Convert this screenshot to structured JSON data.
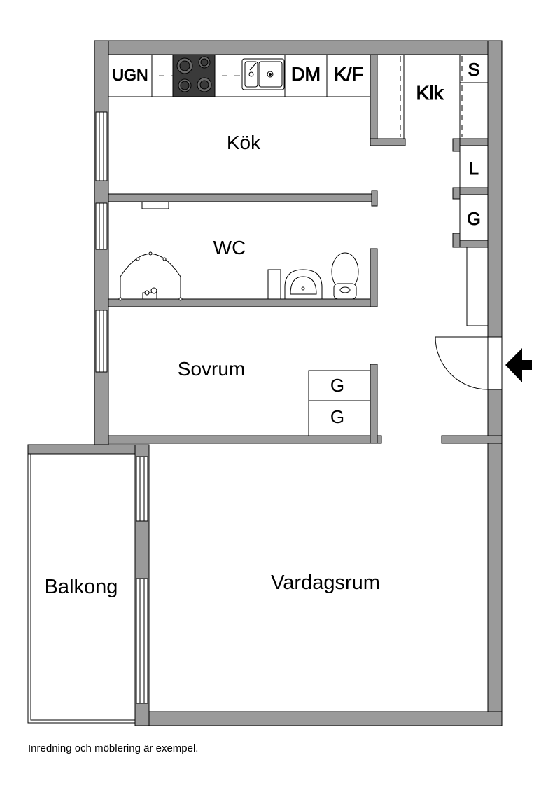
{
  "rooms": {
    "kitchen": "Kök",
    "closet": "Klk",
    "wc": "WC",
    "bedroom": "Sovrum",
    "living_room": "Vardagsrum",
    "balcony": "Balkong"
  },
  "fixtures": {
    "oven": "UGN",
    "dishwasher": "DM",
    "fridge_freezer": "K/F",
    "storage_s": "S",
    "storage_l": "L",
    "storage_g_hall": "G",
    "wardrobe_g_1": "G",
    "wardrobe_g_2": "G"
  },
  "footnote": "Inredning och möblering är exempel.",
  "colors": {
    "wall": "#9a9a9a",
    "outline": "#000000",
    "cooktop": "#3a3a3a",
    "background": "#ffffff"
  },
  "icons": {
    "entrance": "entrance-arrow-icon",
    "cooktop": "cooktop-icon",
    "sink": "sink-icon",
    "toilet": "toilet-icon",
    "washbasin": "washbasin-icon",
    "shower": "shower-icon",
    "door": "door-swing-icon"
  }
}
